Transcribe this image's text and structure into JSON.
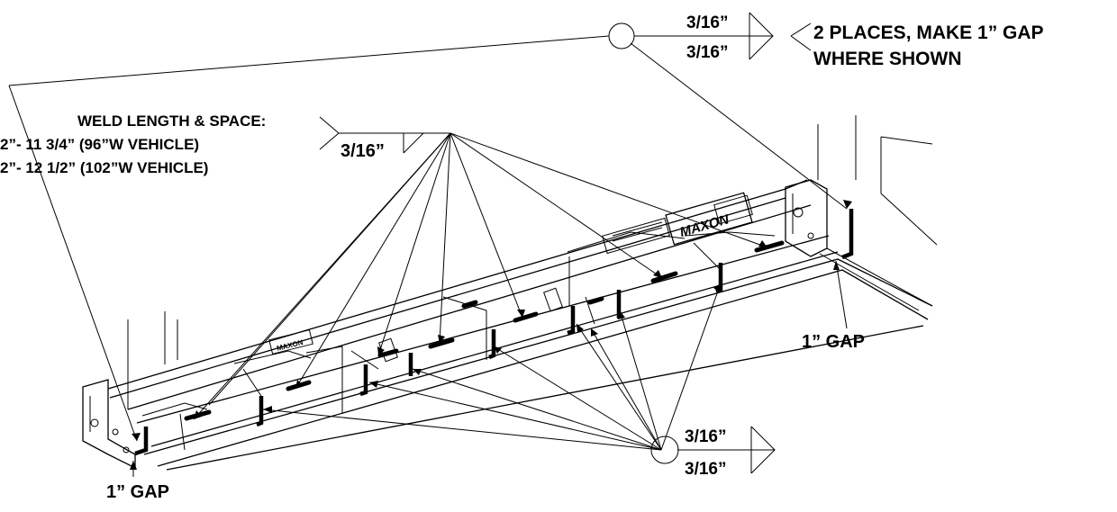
{
  "callouts": {
    "top_weld_size_upper": "3/16”",
    "top_weld_size_lower": "3/16”",
    "top_note_line1": "2 PLACES, MAKE 1” GAP",
    "top_note_line2": "WHERE SHOWN",
    "weld_length_title": "WELD LENGTH & SPACE:",
    "weld_length_96": "2”- 11 3/4”   (96”W VEHICLE)",
    "weld_length_102": "2”- 12 1/2” (102”W VEHICLE)",
    "weld_length_size": "3/16”",
    "bottom_weld_size_upper": "3/16”",
    "bottom_weld_size_lower": "3/16”",
    "gap_right": "1” GAP",
    "gap_left": "1” GAP"
  },
  "plate_labels": {
    "brand": "MAXON"
  }
}
